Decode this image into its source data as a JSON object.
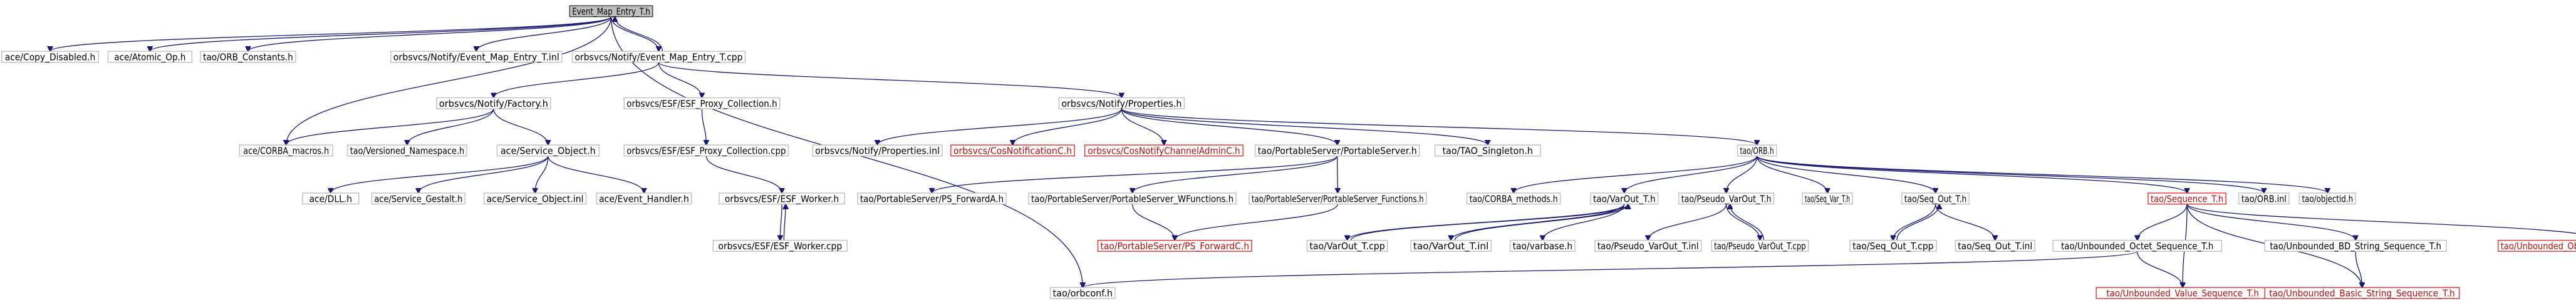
{
  "colors": {
    "edge": "#191970",
    "node_border": "#bfbfbf",
    "missing_border": "#e03030",
    "root_fill": "#bfbfbf"
  },
  "nodes": [
    {
      "id": "root",
      "label": "Event_Map_Entry_T.h",
      "kind": "root"
    },
    {
      "id": "copy_disabled",
      "label": "ace/Copy_Disabled.h"
    },
    {
      "id": "atomic_op",
      "label": "ace/Atomic_Op.h"
    },
    {
      "id": "orb_constants",
      "label": "tao/ORB_Constants.h"
    },
    {
      "id": "emap_inl",
      "label": "orbsvcs/Notify/Event_Map_Entry_T.inl"
    },
    {
      "id": "emap_cpp",
      "label": "orbsvcs/Notify/Event_Map_Entry_T.cpp"
    },
    {
      "id": "factory_h",
      "label": "orbsvcs/Notify/Factory.h"
    },
    {
      "id": "proxy_collection_h",
      "label": "orbsvcs/ESF/ESF_Proxy_Collection.h"
    },
    {
      "id": "properties_h",
      "label": "orbsvcs/Notify/Properties.h"
    },
    {
      "id": "corba_macros",
      "label": "ace/CORBA_macros.h"
    },
    {
      "id": "versioned_ns",
      "label": "tao/Versioned_Namespace.h"
    },
    {
      "id": "service_object_h",
      "label": "ace/Service_Object.h"
    },
    {
      "id": "proxy_collection_cpp",
      "label": "orbsvcs/ESF/ESF_Proxy_Collection.cpp"
    },
    {
      "id": "properties_inl",
      "label": "orbsvcs/Notify/Properties.inl"
    },
    {
      "id": "cos_notification",
      "label": "orbsvcs/CosNotificationC.h",
      "kind": "missing"
    },
    {
      "id": "cos_notify_channel",
      "label": "orbsvcs/CosNotifyChannelAdminC.h",
      "kind": "missing"
    },
    {
      "id": "portable_server_h",
      "label": "tao/PortableServer/PortableServer.h"
    },
    {
      "id": "tao_singleton",
      "label": "tao/TAO_Singleton.h"
    },
    {
      "id": "orb_h",
      "label": "tao/ORB.h"
    },
    {
      "id": "dll_h",
      "label": "ace/DLL.h"
    },
    {
      "id": "service_gestalt",
      "label": "ace/Service_Gestalt.h"
    },
    {
      "id": "service_object_inl",
      "label": "ace/Service_Object.inl"
    },
    {
      "id": "event_handler",
      "label": "ace/Event_Handler.h"
    },
    {
      "id": "esf_worker_h",
      "label": "orbsvcs/ESF/ESF_Worker.h"
    },
    {
      "id": "ps_forwarda",
      "label": "tao/PortableServer/PS_ForwardA.h"
    },
    {
      "id": "ps_wfunctions",
      "label": "tao/PortableServer/PortableServer_WFunctions.h"
    },
    {
      "id": "ps_functions",
      "label": "tao/PortableServer/PortableServer_Functions.h"
    },
    {
      "id": "corba_methods",
      "label": "tao/CORBA_methods.h"
    },
    {
      "id": "varout_h",
      "label": "tao/VarOut_T.h"
    },
    {
      "id": "pseudo_varout_h",
      "label": "tao/Pseudo_VarOut_T.h"
    },
    {
      "id": "seq_var_h",
      "label": "tao/Seq_Var_T.h"
    },
    {
      "id": "seq_out_h",
      "label": "tao/Seq_Out_T.h"
    },
    {
      "id": "sequence_h",
      "label": "tao/Sequence_T.h",
      "kind": "missing"
    },
    {
      "id": "orb_inl",
      "label": "tao/ORB.inl"
    },
    {
      "id": "objectid",
      "label": "tao/objectid.h"
    },
    {
      "id": "esf_worker_cpp",
      "label": "orbsvcs/ESF/ESF_Worker.cpp"
    },
    {
      "id": "ps_forwardc",
      "label": "tao/PortableServer/PS_ForwardC.h",
      "kind": "missing"
    },
    {
      "id": "varout_cpp",
      "label": "tao/VarOut_T.cpp"
    },
    {
      "id": "varout_inl",
      "label": "tao/VarOut_T.inl"
    },
    {
      "id": "varbase",
      "label": "tao/varbase.h"
    },
    {
      "id": "pseudo_varout_inl",
      "label": "tao/Pseudo_VarOut_T.inl"
    },
    {
      "id": "pseudo_varout_cpp",
      "label": "tao/Pseudo_VarOut_T.cpp"
    },
    {
      "id": "seq_out_cpp",
      "label": "tao/Seq_Out_T.cpp"
    },
    {
      "id": "seq_out_inl",
      "label": "tao/Seq_Out_T.inl"
    },
    {
      "id": "unb_octet_seq",
      "label": "tao/Unbounded_Octet_Sequence_T.h"
    },
    {
      "id": "unb_bd_string_seq",
      "label": "tao/Unbounded_BD_String_Sequence_T.h"
    },
    {
      "id": "unb_objref_seq",
      "label": "tao/Unbounded_Object_Reference_Sequence_T.h",
      "kind": "missing"
    },
    {
      "id": "orbconf",
      "label": "tao/orbconf.h"
    },
    {
      "id": "unb_value_seq",
      "label": "tao/Unbounded_Value_Sequence_T.h",
      "kind": "missing"
    },
    {
      "id": "unb_basic_string_seq",
      "label": "tao/Unbounded_Basic_String_Sequence_T.h",
      "kind": "missing"
    }
  ]
}
